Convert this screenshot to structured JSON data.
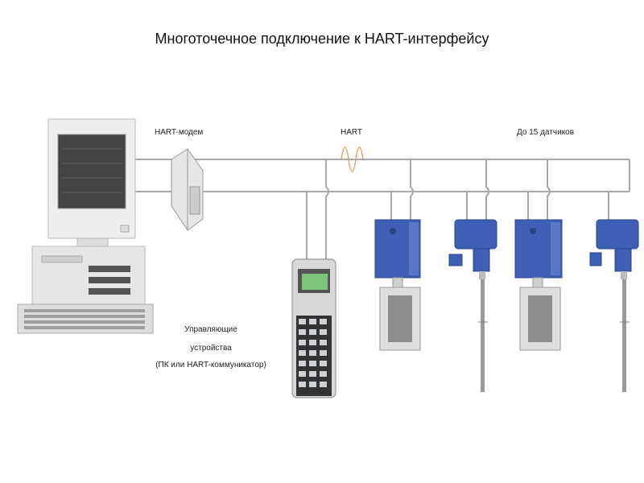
{
  "title": "Многоточечное подключение к HART-интерфейсу",
  "labels": {
    "modem": "HART-модем",
    "hart": "HART",
    "sensors": "До 15 датчиков",
    "controllers": [
      "Управляющие",
      "устройства",
      "(ПК или HART-коммуникатор)"
    ]
  },
  "colors": {
    "device_blue": "#3f5fb4",
    "line_gray": "#a8a8a8",
    "signal": "#e0a060",
    "screen_green": "#7ec47a"
  },
  "icons": [
    "computer-icon",
    "hart-modem-icon",
    "hart-communicator-icon",
    "pressure-transmitter-icon",
    "temperature-sensor-icon"
  ]
}
